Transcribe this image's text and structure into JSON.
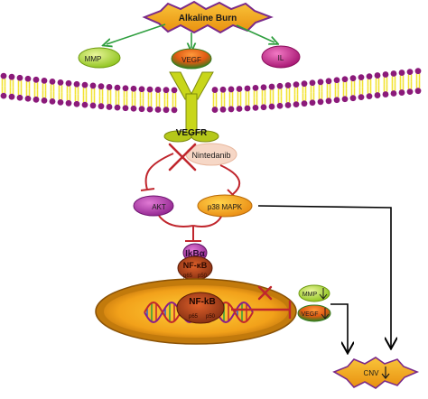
{
  "stimulus": {
    "label": "Alkaline Burn",
    "color": "#f2a11a",
    "border": "#7a2a8a"
  },
  "outputs": {
    "mmp": "MMP",
    "vegf": "VEGF",
    "il": "IL"
  },
  "receptor": {
    "label": "VEGFR",
    "color": "#c8d61a"
  },
  "inhibitor": {
    "label": "Nintedanib",
    "color": "#f6d7c6"
  },
  "kinases": {
    "akt": "AKT",
    "p38": "p38 MAPK"
  },
  "cytoplasm_complex": {
    "ikb": "IkBα",
    "nfkb": "NF-κB",
    "p65": "p65",
    "p50": "p50"
  },
  "nucleus": {
    "nfkb": "NF-kB",
    "p65": "p65",
    "p50": "p50",
    "color": "#f0a21c"
  },
  "targets": {
    "mmp": "MMP",
    "vegf": "VEGF"
  },
  "outcome": {
    "label": "CNV"
  },
  "colors": {
    "arrow": "#2e9e3e",
    "inhibit": "#c0262d",
    "membrane_head": "#8b1a7a",
    "membrane_tail": "#f2e332",
    "black": "#000000"
  }
}
